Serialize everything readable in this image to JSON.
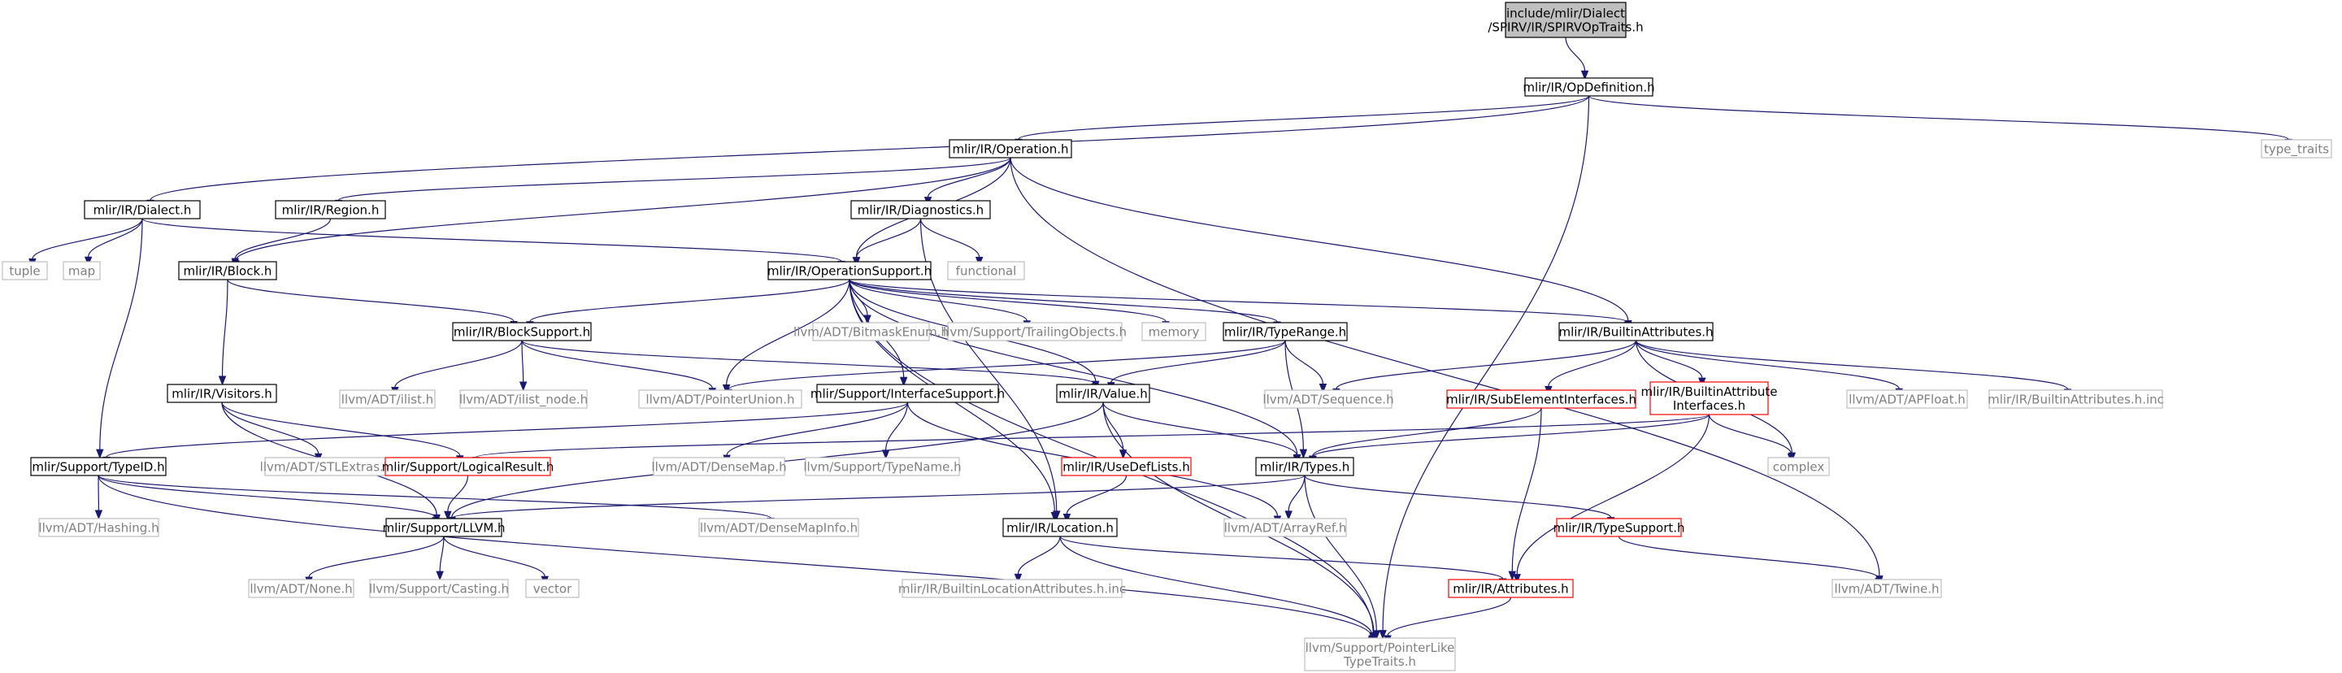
{
  "diagram": {
    "colors": {
      "edge": "#191970",
      "default_border": "#000000",
      "missing_border": "#ff0000",
      "external_border": "#bfbfbf",
      "root_fill": "#bfbfbf",
      "text": "#000000",
      "external_text": "#808080"
    },
    "nodes": [
      {
        "id": "root",
        "lines": [
          "include/mlir/Dialect",
          "/SPIRV/IR/SPIRVOpTraits.h"
        ],
        "kind": "root"
      },
      {
        "id": "opdef",
        "lines": [
          "mlir/IR/OpDefinition.h"
        ],
        "kind": "header"
      },
      {
        "id": "operation",
        "lines": [
          "mlir/IR/Operation.h"
        ],
        "kind": "header"
      },
      {
        "id": "type_traits",
        "lines": [
          "type_traits"
        ],
        "kind": "external"
      },
      {
        "id": "dialect",
        "lines": [
          "mlir/IR/Dialect.h"
        ],
        "kind": "header"
      },
      {
        "id": "region",
        "lines": [
          "mlir/IR/Region.h"
        ],
        "kind": "header"
      },
      {
        "id": "diagnostics",
        "lines": [
          "mlir/IR/Diagnostics.h"
        ],
        "kind": "header"
      },
      {
        "id": "tuple",
        "lines": [
          "tuple"
        ],
        "kind": "external"
      },
      {
        "id": "map",
        "lines": [
          "map"
        ],
        "kind": "external"
      },
      {
        "id": "block",
        "lines": [
          "mlir/IR/Block.h"
        ],
        "kind": "header"
      },
      {
        "id": "opsupport",
        "lines": [
          "mlir/IR/OperationSupport.h"
        ],
        "kind": "header"
      },
      {
        "id": "functional",
        "lines": [
          "functional"
        ],
        "kind": "external"
      },
      {
        "id": "blocksupport",
        "lines": [
          "mlir/IR/BlockSupport.h"
        ],
        "kind": "header"
      },
      {
        "id": "bitmaskenum",
        "lines": [
          "llvm/ADT/BitmaskEnum.h"
        ],
        "kind": "external"
      },
      {
        "id": "trailingobjects",
        "lines": [
          "llvm/Support/TrailingObjects.h"
        ],
        "kind": "external"
      },
      {
        "id": "memory",
        "lines": [
          "memory"
        ],
        "kind": "external"
      },
      {
        "id": "typerange",
        "lines": [
          "mlir/IR/TypeRange.h"
        ],
        "kind": "header"
      },
      {
        "id": "builtinattributes",
        "lines": [
          "mlir/IR/BuiltinAttributes.h"
        ],
        "kind": "header"
      },
      {
        "id": "visitors",
        "lines": [
          "mlir/IR/Visitors.h"
        ],
        "kind": "header"
      },
      {
        "id": "ilist",
        "lines": [
          "llvm/ADT/ilist.h"
        ],
        "kind": "external"
      },
      {
        "id": "ilist_node",
        "lines": [
          "llvm/ADT/ilist_node.h"
        ],
        "kind": "external"
      },
      {
        "id": "pointerunion",
        "lines": [
          "llvm/ADT/PointerUnion.h"
        ],
        "kind": "external"
      },
      {
        "id": "interfacesupport",
        "lines": [
          "mlir/Support/InterfaceSupport.h"
        ],
        "kind": "header"
      },
      {
        "id": "value",
        "lines": [
          "mlir/IR/Value.h"
        ],
        "kind": "header"
      },
      {
        "id": "sequence",
        "lines": [
          "llvm/ADT/Sequence.h"
        ],
        "kind": "external"
      },
      {
        "id": "subelement",
        "lines": [
          "mlir/IR/SubElementInterfaces.h"
        ],
        "kind": "missing"
      },
      {
        "id": "builtinattrinterfaces",
        "lines": [
          "mlir/IR/BuiltinAttribute",
          "Interfaces.h"
        ],
        "kind": "missing"
      },
      {
        "id": "apfloat",
        "lines": [
          "llvm/ADT/APFloat.h"
        ],
        "kind": "external"
      },
      {
        "id": "builtinattrinc",
        "lines": [
          "mlir/IR/BuiltinAttributes.h.inc"
        ],
        "kind": "external"
      },
      {
        "id": "typeid",
        "lines": [
          "mlir/Support/TypeID.h"
        ],
        "kind": "header"
      },
      {
        "id": "stlextras",
        "lines": [
          "llvm/ADT/STLExtras.h"
        ],
        "kind": "external"
      },
      {
        "id": "logicalresult",
        "lines": [
          "mlir/Support/LogicalResult.h"
        ],
        "kind": "missing"
      },
      {
        "id": "densemap",
        "lines": [
          "llvm/ADT/DenseMap.h"
        ],
        "kind": "external"
      },
      {
        "id": "typename",
        "lines": [
          "llvm/Support/TypeName.h"
        ],
        "kind": "external"
      },
      {
        "id": "usedeflists",
        "lines": [
          "mlir/IR/UseDefLists.h"
        ],
        "kind": "missing"
      },
      {
        "id": "types",
        "lines": [
          "mlir/IR/Types.h"
        ],
        "kind": "header"
      },
      {
        "id": "complex",
        "lines": [
          "complex"
        ],
        "kind": "external"
      },
      {
        "id": "hashing",
        "lines": [
          "llvm/ADT/Hashing.h"
        ],
        "kind": "external"
      },
      {
        "id": "llvm",
        "lines": [
          "mlir/Support/LLVM.h"
        ],
        "kind": "header"
      },
      {
        "id": "densemapinfo",
        "lines": [
          "llvm/ADT/DenseMapInfo.h"
        ],
        "kind": "external"
      },
      {
        "id": "location",
        "lines": [
          "mlir/IR/Location.h"
        ],
        "kind": "header"
      },
      {
        "id": "arrayref",
        "lines": [
          "llvm/ADT/ArrayRef.h"
        ],
        "kind": "external"
      },
      {
        "id": "typesupport",
        "lines": [
          "mlir/IR/TypeSupport.h"
        ],
        "kind": "missing"
      },
      {
        "id": "none",
        "lines": [
          "llvm/ADT/None.h"
        ],
        "kind": "external"
      },
      {
        "id": "casting",
        "lines": [
          "llvm/Support/Casting.h"
        ],
        "kind": "external"
      },
      {
        "id": "vector",
        "lines": [
          "vector"
        ],
        "kind": "external"
      },
      {
        "id": "builtinlocattrinc",
        "lines": [
          "mlir/IR/BuiltinLocationAttributes.h.inc"
        ],
        "kind": "external"
      },
      {
        "id": "attributes",
        "lines": [
          "mlir/IR/Attributes.h"
        ],
        "kind": "missing"
      },
      {
        "id": "twine",
        "lines": [
          "llvm/ADT/Twine.h"
        ],
        "kind": "external"
      },
      {
        "id": "pointerlike",
        "lines": [
          "llvm/Support/PointerLike",
          "TypeTraits.h"
        ],
        "kind": "external"
      }
    ],
    "edges": [
      [
        "root",
        "opdef"
      ],
      [
        "opdef",
        "operation"
      ],
      [
        "opdef",
        "type_traits"
      ],
      [
        "opdef",
        "dialect"
      ],
      [
        "opdef",
        "pointerlike"
      ],
      [
        "operation",
        "region"
      ],
      [
        "operation",
        "diagnostics"
      ],
      [
        "operation",
        "block"
      ],
      [
        "operation",
        "opsupport"
      ],
      [
        "operation",
        "builtinattributes"
      ],
      [
        "operation",
        "twine"
      ],
      [
        "dialect",
        "tuple"
      ],
      [
        "dialect",
        "map"
      ],
      [
        "dialect",
        "typeid"
      ],
      [
        "dialect",
        "opsupport"
      ],
      [
        "region",
        "block"
      ],
      [
        "diagnostics",
        "functional"
      ],
      [
        "diagnostics",
        "location"
      ],
      [
        "diagnostics",
        "opsupport"
      ],
      [
        "block",
        "blocksupport"
      ],
      [
        "block",
        "visitors"
      ],
      [
        "opsupport",
        "blocksupport"
      ],
      [
        "opsupport",
        "bitmaskenum"
      ],
      [
        "opsupport",
        "trailingobjects"
      ],
      [
        "opsupport",
        "memory"
      ],
      [
        "opsupport",
        "typerange"
      ],
      [
        "opsupport",
        "builtinattributes"
      ],
      [
        "opsupport",
        "pointerunion"
      ],
      [
        "opsupport",
        "interfacesupport"
      ],
      [
        "opsupport",
        "value"
      ],
      [
        "opsupport",
        "location"
      ],
      [
        "opsupport",
        "types"
      ],
      [
        "opsupport",
        "pointerlike"
      ],
      [
        "blocksupport",
        "ilist"
      ],
      [
        "blocksupport",
        "ilist_node"
      ],
      [
        "blocksupport",
        "pointerunion"
      ],
      [
        "blocksupport",
        "value"
      ],
      [
        "typerange",
        "pointerunion"
      ],
      [
        "typerange",
        "value"
      ],
      [
        "typerange",
        "sequence"
      ],
      [
        "typerange",
        "types"
      ],
      [
        "builtinattributes",
        "sequence"
      ],
      [
        "builtinattributes",
        "subelement"
      ],
      [
        "builtinattributes",
        "builtinattrinterfaces"
      ],
      [
        "builtinattributes",
        "apfloat"
      ],
      [
        "builtinattributes",
        "builtinattrinc"
      ],
      [
        "builtinattributes",
        "complex"
      ],
      [
        "visitors",
        "stlextras"
      ],
      [
        "visitors",
        "logicalresult"
      ],
      [
        "visitors",
        "llvm"
      ],
      [
        "interfacesupport",
        "typeid"
      ],
      [
        "interfacesupport",
        "densemap"
      ],
      [
        "interfacesupport",
        "typename"
      ],
      [
        "interfacesupport",
        "arrayref"
      ],
      [
        "value",
        "usedeflists"
      ],
      [
        "value",
        "types"
      ],
      [
        "value",
        "llvm"
      ],
      [
        "value",
        "pointerlike"
      ],
      [
        "subelement",
        "types"
      ],
      [
        "subelement",
        "attributes"
      ],
      [
        "builtinattrinterfaces",
        "types"
      ],
      [
        "builtinattrinterfaces",
        "complex"
      ],
      [
        "builtinattrinterfaces",
        "logicalresult"
      ],
      [
        "builtinattrinterfaces",
        "attributes"
      ],
      [
        "typeid",
        "hashing"
      ],
      [
        "typeid",
        "llvm"
      ],
      [
        "typeid",
        "densemapinfo"
      ],
      [
        "typeid",
        "pointerlike"
      ],
      [
        "logicalresult",
        "llvm"
      ],
      [
        "usedeflists",
        "location"
      ],
      [
        "types",
        "llvm"
      ],
      [
        "types",
        "arrayref"
      ],
      [
        "types",
        "typesupport"
      ],
      [
        "types",
        "pointerlike"
      ],
      [
        "llvm",
        "none"
      ],
      [
        "llvm",
        "casting"
      ],
      [
        "llvm",
        "vector"
      ],
      [
        "location",
        "builtinlocattrinc"
      ],
      [
        "location",
        "attributes"
      ],
      [
        "location",
        "pointerlike"
      ],
      [
        "typesupport",
        "twine"
      ],
      [
        "attributes",
        "pointerlike"
      ]
    ]
  }
}
